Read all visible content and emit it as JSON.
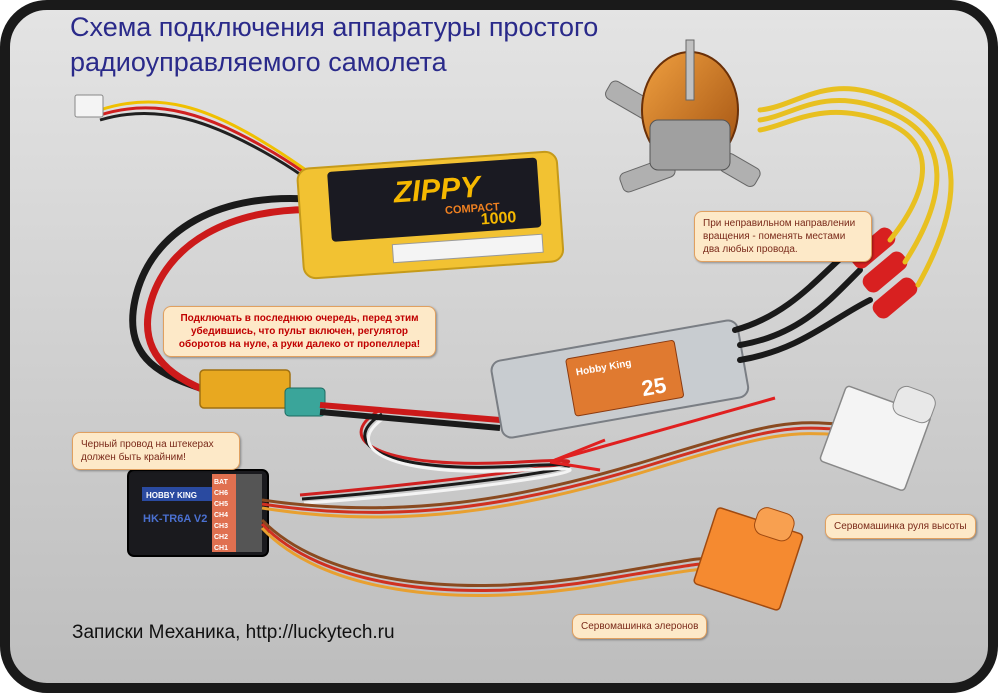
{
  "title": {
    "line1": "Схема подключения аппаратуры простого",
    "line2": "радиоуправляемого самолета"
  },
  "notes": {
    "motor_direction": "При неправильном направлении вращения - поменять местами два любых провода.",
    "connect_last": "Подключать в последнюю очередь, перед этим убедившись, что пульт включен, регулятор оборотов на нуле, а руки далеко от пропеллера!",
    "black_wire": "Черный провод на штекерах должен быть крайним!",
    "elevator_servo": "Сервомашинка руля высоты",
    "aileron_servo": "Сервомашинка элеронов"
  },
  "battery": {
    "brand": "ZIPPY",
    "series": "COMPACT",
    "capacity": "1000"
  },
  "esc": {
    "brand": "Hobby King",
    "rating": "25"
  },
  "receiver": {
    "brand": "HOBBY KING",
    "model": "HK-TR6A V2",
    "channels": [
      "BAT",
      "CH6",
      "CH5",
      "CH4",
      "CH3",
      "CH2",
      "CH1"
    ]
  },
  "footer": "Записки Механика, http://luckytech.ru",
  "colors": {
    "title": "#2a2a8a",
    "note_bg": "#fde9c8",
    "note_border": "#e0a060",
    "warning_text": "#c00000",
    "arrow": "#e02020",
    "battery": "#f2c232",
    "servo_orange": "#f58a30"
  }
}
